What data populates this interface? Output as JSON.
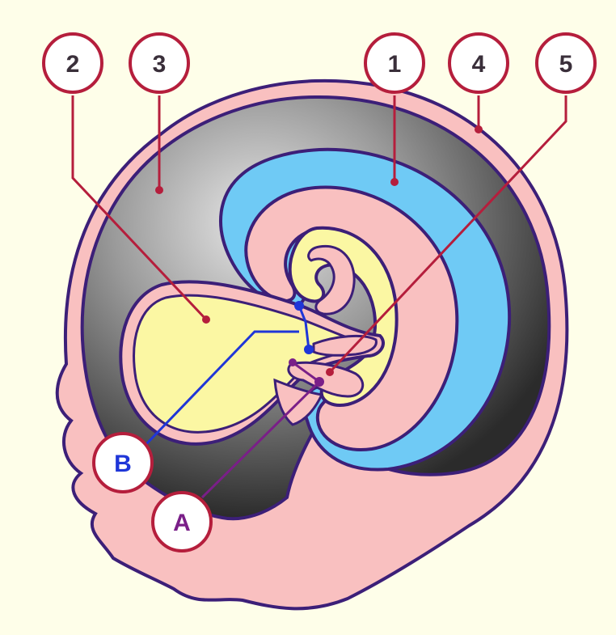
{
  "diagram": {
    "callouts": [
      {
        "id": "c1",
        "label": "1"
      },
      {
        "id": "c2",
        "label": "2"
      },
      {
        "id": "c3",
        "label": "3"
      },
      {
        "id": "c4",
        "label": "4"
      },
      {
        "id": "c5",
        "label": "5"
      },
      {
        "id": "cA",
        "label": "A"
      },
      {
        "id": "cB",
        "label": "B"
      }
    ],
    "colors": {
      "background": "#fefee9",
      "skin": "#f9c0c0",
      "outline": "#3c1f78",
      "dark_layer": "#2e2e2e",
      "blue_layer": "#6fcaf5",
      "yellow_layer": "#fbf7a3",
      "callout_red": "#b51e3c",
      "label_blue": "#1f36d8",
      "label_purple": "#7a1f88"
    }
  }
}
